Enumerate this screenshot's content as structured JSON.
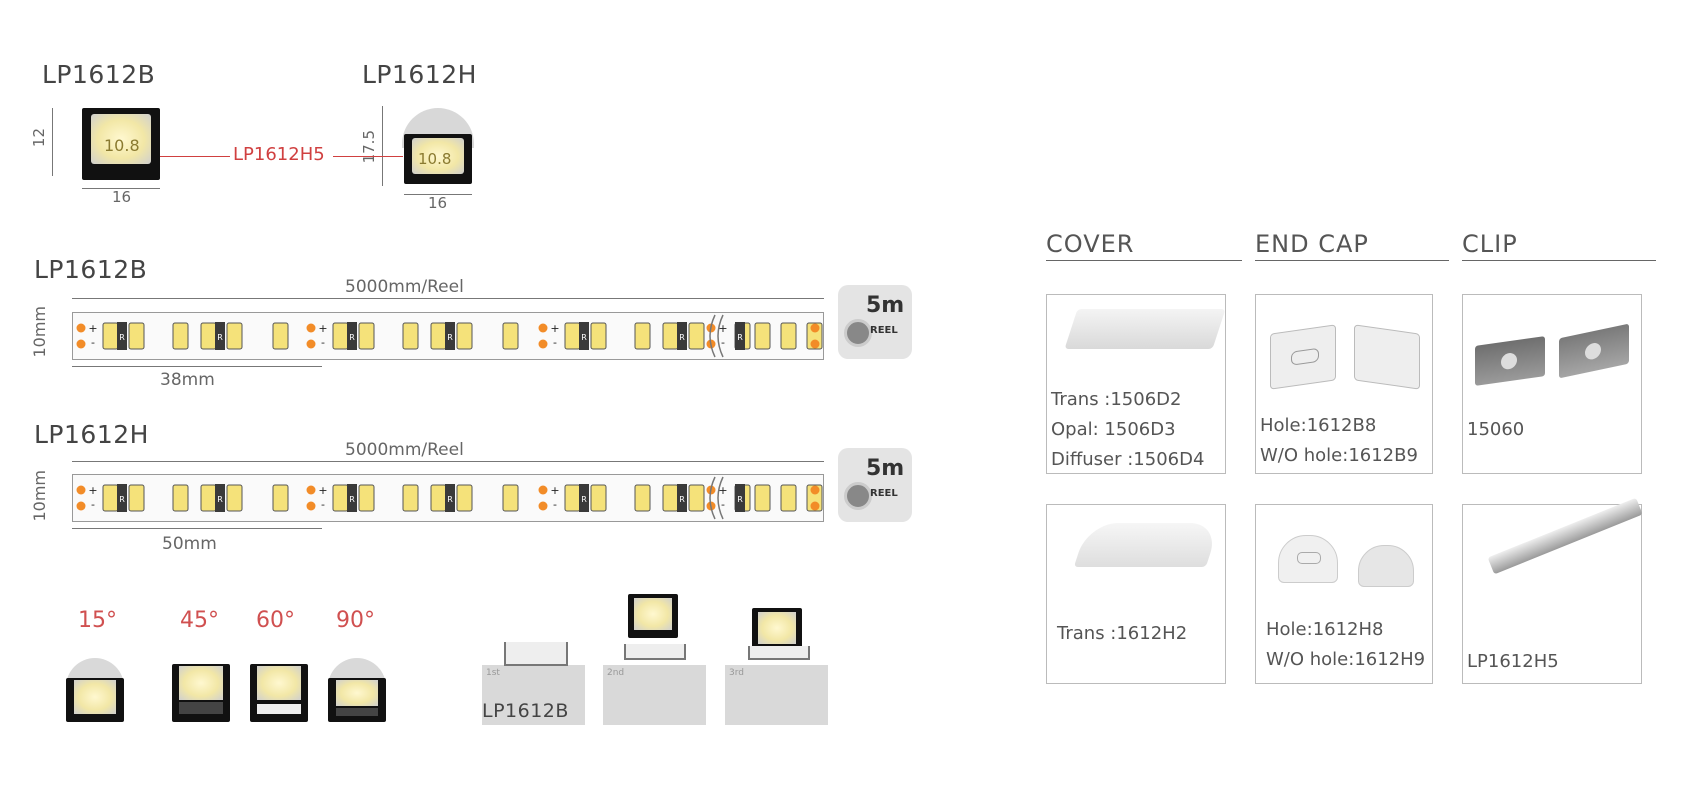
{
  "profiles": {
    "b": {
      "title": "LP1612B",
      "height": "12",
      "width": "16",
      "led": "10.8"
    },
    "h": {
      "title": "LP1612H",
      "height": "17.5",
      "width": "16",
      "led": "10.8"
    },
    "diffuser_label": "LP1612H5"
  },
  "strips": [
    {
      "title": "LP1612B",
      "length_label": "5000mm/Reel",
      "width_label": "10mm",
      "cut_label": "38mm",
      "reel_len": "5m",
      "reel_word": "REEL"
    },
    {
      "title": "LP1612H",
      "length_label": "5000mm/Reel",
      "width_label": "10mm",
      "cut_label": "50mm",
      "reel_len": "5m",
      "reel_word": "REEL"
    }
  ],
  "strip_marks": {
    "plus": "+",
    "minus": "-",
    "resistor": "R"
  },
  "angles": [
    "15°",
    "45°",
    "60°",
    "90°"
  ],
  "installation": {
    "label": "LP1612B",
    "steps": [
      "1st",
      "2nd",
      "3rd"
    ]
  },
  "accessories": {
    "headers": [
      "COVER",
      "END CAP",
      "CLIP"
    ],
    "row1": [
      {
        "lines": [
          "Trans :1506D2",
          "Opal:  1506D3",
          "Diffuser :1506D4"
        ]
      },
      {
        "lines": [
          "Hole:1612B8",
          "W/O hole:1612B9"
        ]
      },
      {
        "lines": [
          "15060"
        ]
      }
    ],
    "row2": [
      {
        "lines": [
          "Trans :1612H2"
        ]
      },
      {
        "lines": [
          "Hole:1612H8",
          "W/O hole:1612H9"
        ]
      },
      {
        "lines": [
          "LP1612H5"
        ]
      }
    ]
  },
  "colors": {
    "accent_red": "#d04040",
    "led_yellow": "#f5e27a",
    "pad_orange": "#f28c28"
  }
}
